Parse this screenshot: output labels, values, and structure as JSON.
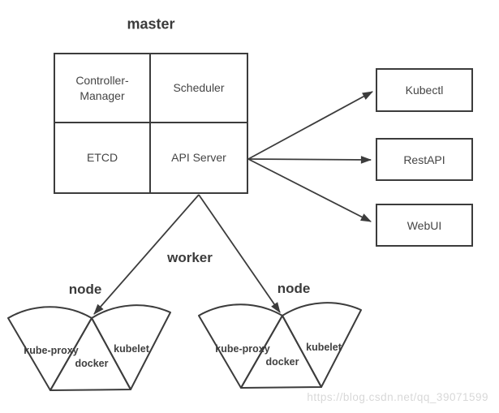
{
  "diagram": {
    "master": {
      "title": "master",
      "cells": [
        {
          "label": "Controller-\nManager"
        },
        {
          "label": "Scheduler"
        },
        {
          "label": "ETCD"
        },
        {
          "label": "API Server"
        }
      ]
    },
    "clients": [
      {
        "label": "Kubectl"
      },
      {
        "label": "RestAPI"
      },
      {
        "label": "WebUI"
      }
    ],
    "worker_label": "worker",
    "nodes": [
      {
        "title": "node",
        "left_sector": "kube-proxy",
        "right_sector": "kubelet",
        "middle": "docker"
      },
      {
        "title": "node",
        "left_sector": "kube-proxy",
        "right_sector": "kubelet",
        "middle": "docker"
      }
    ],
    "watermark": "https://blog.csdn.net/qq_39071599",
    "colors": {
      "line": "#3c3c3c",
      "text": "#404040",
      "background": "#ffffff",
      "watermark": "#d8d8d8"
    }
  }
}
